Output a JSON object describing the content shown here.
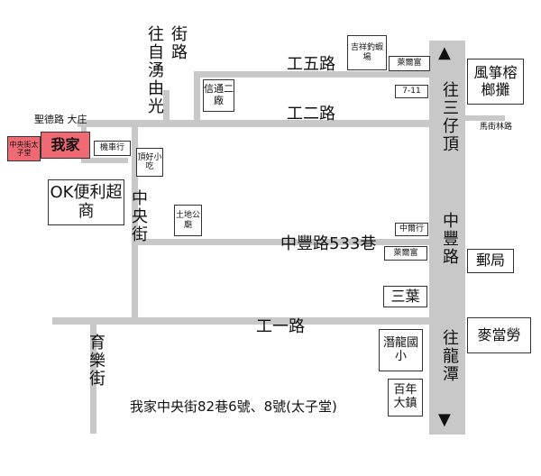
{
  "roads": {
    "gong_er_lu": "工二路",
    "gong_wu_lu": "工五路",
    "gong_yi_lu": "工一路",
    "zhong_feng_lu_533": "中豐路533巷",
    "sheng_de_lu": "聖德路 大庄",
    "zhong_yang_jie": "中央街",
    "yu_le_jie": "育樂街",
    "to_ziyong_guangjie": "往自湧由光街路",
    "to_sanzaiding": "往三仔頂",
    "zhong_feng_lu": "中豐路",
    "to_longtan": "往龍潭",
    "ruofeng_lu": "馬街林路"
  },
  "places": {
    "home": "我家",
    "home_side": "中央街太子堂",
    "motorcycle_shop": "機車行",
    "ok_store": "OK便利超商",
    "dinghao_snack": "頂好小吃",
    "xintong_factory": "信通二廠",
    "tudi_temple": "土地公廟",
    "jixiang_fish": "吉祥釣蝦場",
    "laiyafu_1": "萊爾富",
    "seven_eleven": "7-11",
    "kite_shop": "風箏榕榔攤",
    "zhongju_shop": "中爾行",
    "laiyafu_2": "萊爾富",
    "sanye": "三葉",
    "post_office": "郵局",
    "mcdonalds": "麥當勞",
    "qianlong_school": "潛龍國小",
    "bainian_dazhen": "百年大鎮"
  },
  "address": "我家中央街82巷6號、8號(太子堂)",
  "colors": {
    "road": "#c8c8c8",
    "home": "#f06a74",
    "text": "#111111"
  }
}
